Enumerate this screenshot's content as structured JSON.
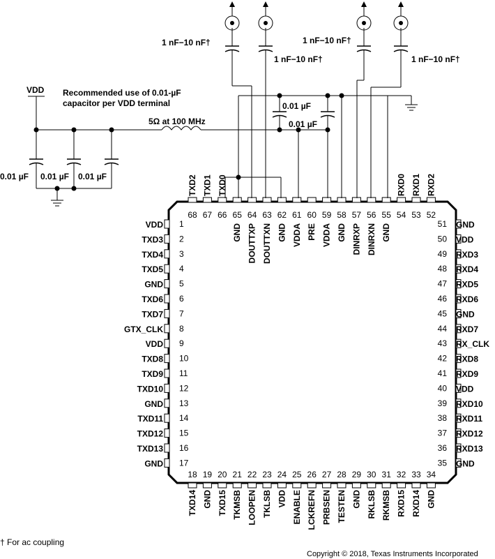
{
  "annotations": {
    "vdd": "VDD",
    "recommend_line1": "Recommended use of 0.01-µF",
    "recommend_line2": "capacitor per VDD terminal",
    "inductor": "5Ω at 100 MHz",
    "cap_top_left": "1 nF−10 nF†",
    "cap_top_2": "1 nF−10 nF†",
    "cap_top_3": "1 nF−10 nF†",
    "cap_top_right": "1 nF−10 nF†",
    "cap_001_a": "0.01 µF",
    "cap_001_b": "0.01 µF",
    "cap_bottom_1": "0.01 µF",
    "cap_bottom_2": "0.01 µF",
    "cap_bottom_3": "0.01 µF",
    "footnote": "† For ac coupling",
    "copyright": "Copyright © 2018, Texas Instruments Incorporated"
  },
  "pins": {
    "left": [
      {
        "num": "1",
        "name": "VDD"
      },
      {
        "num": "2",
        "name": "TXD3"
      },
      {
        "num": "3",
        "name": "TXD4"
      },
      {
        "num": "4",
        "name": "TXD5"
      },
      {
        "num": "5",
        "name": "GND"
      },
      {
        "num": "6",
        "name": "TXD6"
      },
      {
        "num": "7",
        "name": "TXD7"
      },
      {
        "num": "8",
        "name": "GTX_CLK"
      },
      {
        "num": "9",
        "name": "VDD"
      },
      {
        "num": "10",
        "name": "TXD8"
      },
      {
        "num": "11",
        "name": "TXD9"
      },
      {
        "num": "12",
        "name": "TXD10"
      },
      {
        "num": "13",
        "name": "GND"
      },
      {
        "num": "14",
        "name": "TXD11"
      },
      {
        "num": "15",
        "name": "TXD12"
      },
      {
        "num": "16",
        "name": "TXD13"
      },
      {
        "num": "17",
        "name": "GND"
      }
    ],
    "bottom": [
      {
        "num": "18",
        "name": "TXD14"
      },
      {
        "num": "19",
        "name": "GND"
      },
      {
        "num": "20",
        "name": "TXD15"
      },
      {
        "num": "21",
        "name": "TKMSB"
      },
      {
        "num": "22",
        "name": "LOOPEN"
      },
      {
        "num": "23",
        "name": "TKLSB"
      },
      {
        "num": "24",
        "name": "VDD"
      },
      {
        "num": "25",
        "name": "ENABLE"
      },
      {
        "num": "26",
        "name": "LCKREFN"
      },
      {
        "num": "27",
        "name": "PRBSEN"
      },
      {
        "num": "28",
        "name": "TESTEN"
      },
      {
        "num": "29",
        "name": "GND"
      },
      {
        "num": "30",
        "name": "RKLSB"
      },
      {
        "num": "31",
        "name": "RKMSB"
      },
      {
        "num": "32",
        "name": "RXD15"
      },
      {
        "num": "33",
        "name": "RXD14"
      },
      {
        "num": "34",
        "name": "GND"
      }
    ],
    "right": [
      {
        "num": "51",
        "name": "GND"
      },
      {
        "num": "50",
        "name": "VDD"
      },
      {
        "num": "49",
        "name": "RXD3"
      },
      {
        "num": "48",
        "name": "RXD4"
      },
      {
        "num": "47",
        "name": "RXD5"
      },
      {
        "num": "46",
        "name": "RXD6"
      },
      {
        "num": "45",
        "name": "GND"
      },
      {
        "num": "44",
        "name": "RXD7"
      },
      {
        "num": "43",
        "name": "RX_CLK"
      },
      {
        "num": "42",
        "name": "RXD8"
      },
      {
        "num": "41",
        "name": "RXD9"
      },
      {
        "num": "40",
        "name": "VDD"
      },
      {
        "num": "39",
        "name": "RXD10"
      },
      {
        "num": "38",
        "name": "RXD11"
      },
      {
        "num": "37",
        "name": "RXD12"
      },
      {
        "num": "36",
        "name": "RXD13"
      },
      {
        "num": "35",
        "name": "GND"
      }
    ],
    "top": [
      {
        "num": "68",
        "name": "TXD2"
      },
      {
        "num": "67",
        "name": "TXD1"
      },
      {
        "num": "66",
        "name": "TXD0"
      },
      {
        "num": "65",
        "name": "GND"
      },
      {
        "num": "64",
        "name": "DOUTTXP"
      },
      {
        "num": "63",
        "name": "DOUTTXN"
      },
      {
        "num": "62",
        "name": "GND"
      },
      {
        "num": "61",
        "name": "VDDA"
      },
      {
        "num": "60",
        "name": "PRE"
      },
      {
        "num": "59",
        "name": "VDDA"
      },
      {
        "num": "58",
        "name": "GND"
      },
      {
        "num": "57",
        "name": "DINRXP"
      },
      {
        "num": "56",
        "name": "DINRXN"
      },
      {
        "num": "55",
        "name": "GND"
      },
      {
        "num": "54",
        "name": "RXD0"
      },
      {
        "num": "53",
        "name": "RXD1"
      },
      {
        "num": "52",
        "name": "RXD2"
      }
    ]
  }
}
